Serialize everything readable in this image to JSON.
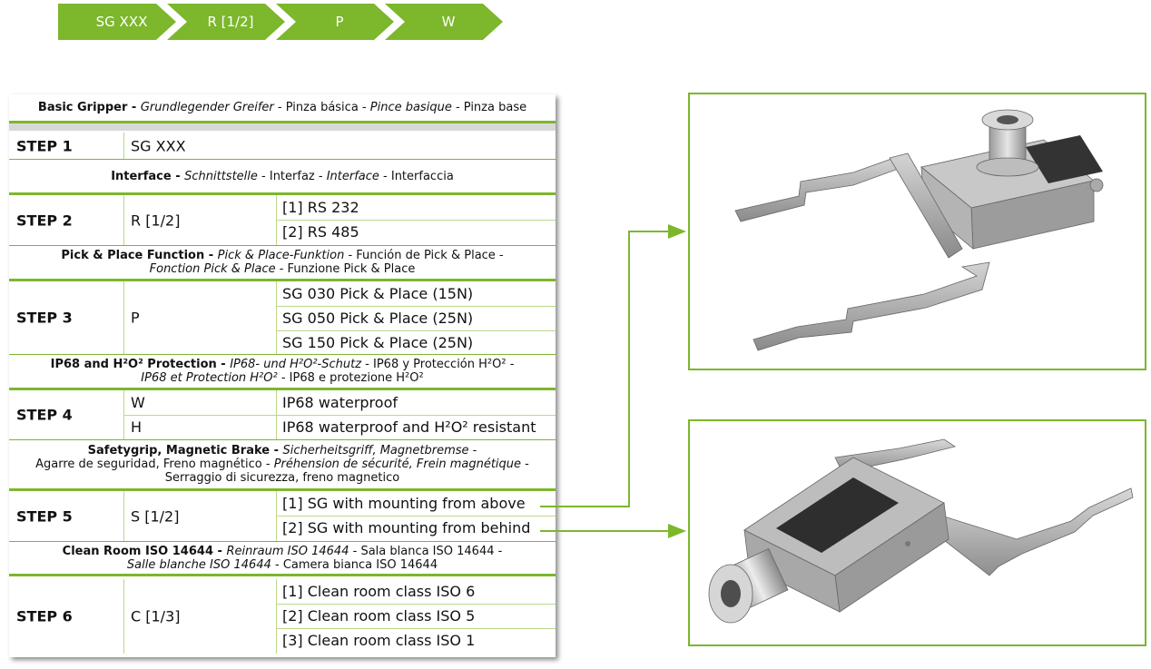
{
  "breadcrumb": [
    "SG XXX",
    "R [1/2]",
    "P",
    "W"
  ],
  "sections": {
    "basic": {
      "bold": "Basic Gripper - ",
      "italic1": "Grundlegender Greifer",
      "rest1": " - Pinza básica - ",
      "italic2": "Pince basique",
      "rest2": " - Pinza base"
    },
    "interface": {
      "bold": "Interface - ",
      "italic1": "Schnittstelle",
      "rest1": " - Interfaz - ",
      "italic2": "Interface",
      "rest2": " - Interfaccia"
    },
    "pick": {
      "bold": "Pick & Place Function - ",
      "italic1": "Pick & Place-Funktion",
      "rest1": " - Función de Pick & Place -",
      "italic2": "Fonction Pick & Place",
      "rest2": " - Funzione Pick & Place"
    },
    "ip68": {
      "bold": "IP68 and H²O² Protection - ",
      "italic1": "IP68- und H²O²-Schutz",
      "rest1": " - IP68 y Protección H²O² -",
      "italic2": "IP68 et Protection H²O²",
      "rest2": " - IP68 e protezione H²O²"
    },
    "safety": {
      "bold": "Safetygrip, Magnetic Brake - ",
      "italic1": "Sicherheitsgriff, Magnetbremse",
      "rest1": " -",
      "line2a": "Agarre de seguridad, Freno magnético - ",
      "italic2": "Préhension de sécurité, Frein magnétique",
      "line2b": " -",
      "line3": "Serraggio di sicurezza, freno magnetico"
    },
    "clean": {
      "bold": "Clean Room ISO 14644 - ",
      "italic1": "Reinraum ISO 14644",
      "rest1": " - Sala blanca ISO 14644 -",
      "italic2": "Salle blanche ISO 14644",
      "rest2": " - Camera bianca ISO 14644"
    }
  },
  "steps": {
    "s1": {
      "label": "STEP 1",
      "code": "SG XXX"
    },
    "s2": {
      "label": "STEP 2",
      "code": "R [1/2]",
      "options": [
        "[1] RS 232",
        "[2] RS 485"
      ]
    },
    "s3": {
      "label": "STEP 3",
      "code": "P",
      "options": [
        "SG 030 Pick & Place (15N)",
        "SG 050 Pick & Place (25N)",
        "SG 150 Pick & Place (25N)"
      ]
    },
    "s4": {
      "label": "STEP 4",
      "codes": [
        "W",
        "H"
      ],
      "options": [
        "IP68 waterproof",
        "IP68 waterproof and H²O² resistant"
      ]
    },
    "s5": {
      "label": "STEP 5",
      "code": "S [1/2]",
      "options": [
        "[1] SG with mounting from above",
        "[2] SG with mounting from behind"
      ]
    },
    "s6": {
      "label": "STEP 6",
      "code": "C [1/3]",
      "options": [
        "[1] Clean room class ISO 6",
        "[2] Clean room class ISO 5",
        "[3] Clean room class ISO 1"
      ]
    }
  },
  "colors": {
    "accent": "#7cb72c"
  }
}
